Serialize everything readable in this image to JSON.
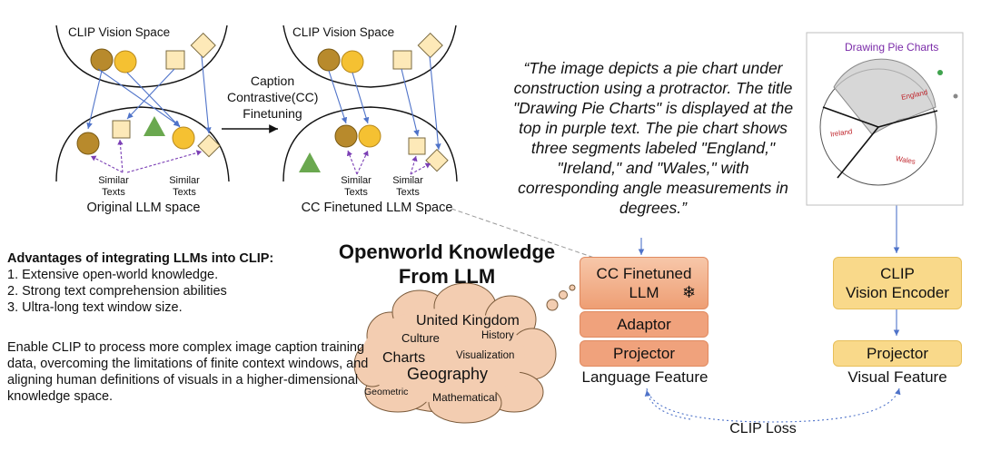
{
  "spaces": {
    "vision_space_left": "CLIP Vision Space",
    "vision_space_right": "CLIP Vision Space",
    "original_label": "Original LLM space",
    "finetuned_label": "CC Finetuned LLM Space",
    "similar_texts": "Similar\nTexts",
    "arrow_label": "Caption\nContrastive(CC)\nFinetuning"
  },
  "quote": "“The image depicts a pie chart under construction using a protractor. The title \"Drawing Pie Charts\" is displayed at the top in purple text. The pie chart shows three segments labeled \"England,\" \"Ireland,\" and \"Wales,\" with corresponding angle measurements in degrees.”",
  "image": {
    "title": "Drawing Pie Charts",
    "labels": [
      "England",
      "Ireland",
      "Wales"
    ]
  },
  "openworld_title": "Openworld Knowledge\nFrom LLM",
  "cloud_words": [
    "United Kingdom",
    "Culture",
    "History",
    "Charts",
    "Visualization",
    "Geography",
    "Geometric",
    "Mathematical"
  ],
  "advantages": {
    "title": "Advantages of integrating LLMs into CLIP:",
    "items": [
      "1.  Extensive open-world knowledge.",
      "2.  Strong text comprehension abilities",
      "3.  Ultra-long text window size."
    ],
    "paragraph": "Enable CLIP to process more complex image caption training data, overcoming the limitations of finite context windows, and aligning human definitions of visuals in a higher-dimensional knowledge space."
  },
  "language_branch": {
    "llm": "CC Finetuned\nLLM",
    "adaptor": "Adaptor",
    "projector": "Projector",
    "feature": "Language Feature"
  },
  "vision_branch": {
    "encoder": "CLIP\nVision Encoder",
    "projector": "Projector",
    "feature": "Visual Feature"
  },
  "loss": "CLIP Loss",
  "colors": {
    "orange": "#f0a27c",
    "yellow": "#f9d98a",
    "blue_arrow": "#4f73c9",
    "purple_dashed": "#7b3fb5",
    "brown_circle": "#b88a2c",
    "gold_circle": "#f5c132",
    "green_triangle": "#6aa84f"
  }
}
